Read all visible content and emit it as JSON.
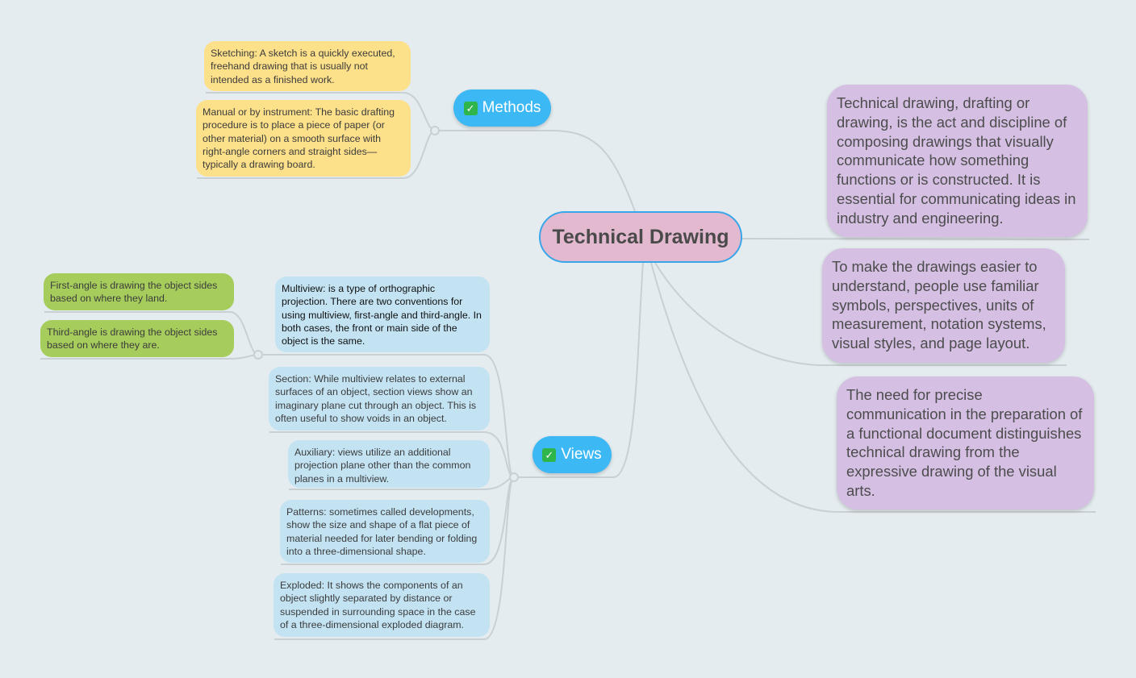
{
  "title": "Technical Drawing",
  "colors": {
    "background": "#e4ecef",
    "root_fill": "#e2b9cf",
    "root_border": "#3aa6ea",
    "branch_fill": "#3cb8f5",
    "methods_leaf": "#fde08a",
    "views_leaf": "#c3e3f3",
    "subview_leaf": "#a6cc5c",
    "description": "#d5c0e4",
    "connector": "#c9d0d4"
  },
  "branches": {
    "methods": {
      "icon": "checkbox-icon",
      "label": "Methods",
      "items": [
        "Sketching: A sketch is a quickly executed, freehand drawing that is usually not intended as a finished work.",
        "Manual or by instrument: The basic drafting procedure is to place a piece of paper (or other material) on a smooth surface with right-angle corners and straight sides—typically a drawing board."
      ]
    },
    "views": {
      "icon": "checkbox-icon",
      "label": "Views",
      "items": [
        "Multiview: is a type of orthographic projection. There are two conventions for using multiview, first-angle and third-angle. In both cases, the front or main side of the object is the same.",
        "Section: While multiview relates to external surfaces of an object, section views show an imaginary plane cut through an object. This is often useful to show voids in an object.",
        "Auxiliary: views utilize an additional projection plane other than the common planes in a multiview.",
        "Patterns: sometimes called developments, show the size and shape of a flat piece of material needed for later bending or folding into a three-dimensional shape.",
        "Exploded: It shows the components of an object slightly separated by distance or suspended in surrounding space in the case of a three-dimensional exploded diagram."
      ],
      "multiview_children": [
        "First-angle is drawing the object sides based on where they land.",
        "Third-angle is drawing the object sides based on where they are."
      ]
    }
  },
  "descriptions": [
    "Technical drawing, drafting or drawing, is the act and discipline of composing drawings that visually communicate how something functions or is constructed. It is essential for communicating ideas in industry and engineering.",
    "To make the drawings easier to understand, people use familiar symbols, perspectives, units of measurement, notation systems, visual styles, and page layout.",
    "The need for precise communication in the preparation of a functional document distinguishes technical drawing from the expressive drawing of the visual arts."
  ]
}
